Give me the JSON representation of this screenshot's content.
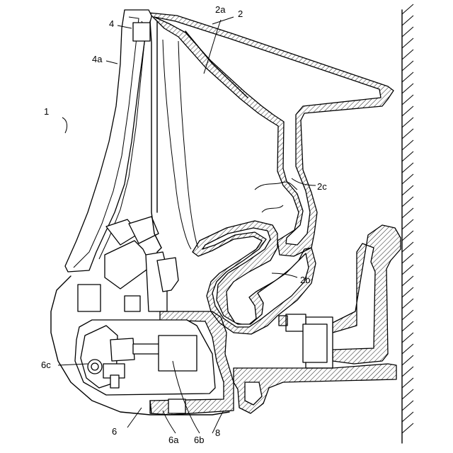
{
  "labels": {
    "assembly": "1",
    "body": "2",
    "bowl_surface": "2a",
    "trap": "2b",
    "rim_channel": "2c",
    "seat_cover": "4",
    "cover_edge": "4a",
    "unit": "6",
    "unit_wall": "6a",
    "pump": "6b",
    "drive": "6c",
    "casing": "8"
  },
  "colors": {
    "line": "#000000",
    "background": "#ffffff"
  }
}
